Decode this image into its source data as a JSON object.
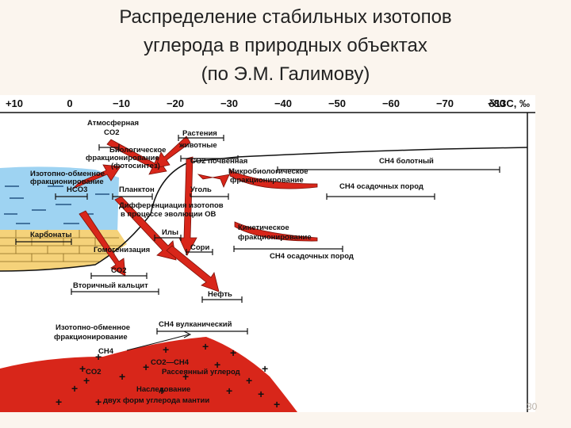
{
  "title": {
    "line1": "Распределение стабильных изотопов",
    "line2": "углерода в природных объектах",
    "line3": "(по Э.М. Галимову)"
  },
  "axis": {
    "ticks": [
      "+10",
      "0",
      "−10",
      "−20",
      "−30",
      "−40",
      "−50",
      "−60",
      "−70",
      "−80"
    ],
    "label": "δ13C, ‰"
  },
  "labels": {
    "atm_1": "Атмосферная",
    "atm_2": "CO2",
    "plants_1": "Растения",
    "plants_2": "животные",
    "bio_1": "Биологическое",
    "bio_2": "фракционирование",
    "bio_3": "(фотосинтез)",
    "soil": "CO2 почвенная",
    "swamp": "CH4 болотный",
    "exch_1": "Изотопно-обменное",
    "exch_2": "фракционирование",
    "hco3": "HCO3",
    "plankton": "Планктон",
    "coal": "Уголь",
    "micro_1": "Микробиологическое",
    "micro_2": "фракционирование",
    "ch4_sed": "CH4 осадочных пород",
    "diff_1": "Дифференциация изотопов",
    "diff_2": "в процессе эволюции ОВ",
    "carbonates": "Карбонаты",
    "ily": "Илы",
    "kinetic_1": "Кинетическое",
    "kinetic_2": "фракционирование",
    "homog": "Гомогенизация",
    "sori": "Сори",
    "ch4_sed2": "CH4 осадочных пород",
    "co2_low": "CO2",
    "sec_calc": "Вторичный кальцит",
    "oil": "Нефть",
    "volc": "CH4 вулканический",
    "exch2_1": "Изотопно-обменное",
    "exch2_2": "фракционирование",
    "ch4_low": "CH4",
    "co2_ch4": "CO2—CH4",
    "co2_m": "CO2",
    "rast_ug": "Рассеянный углерод",
    "inher_1": "Наследование",
    "inher_2": "двух форм углерода мантии"
  },
  "page_number": "30",
  "colors": {
    "water": "#9ed3f2",
    "carbonate": "#f5d27a",
    "arrow": "#d8261a",
    "mantle": "#d8261a"
  }
}
